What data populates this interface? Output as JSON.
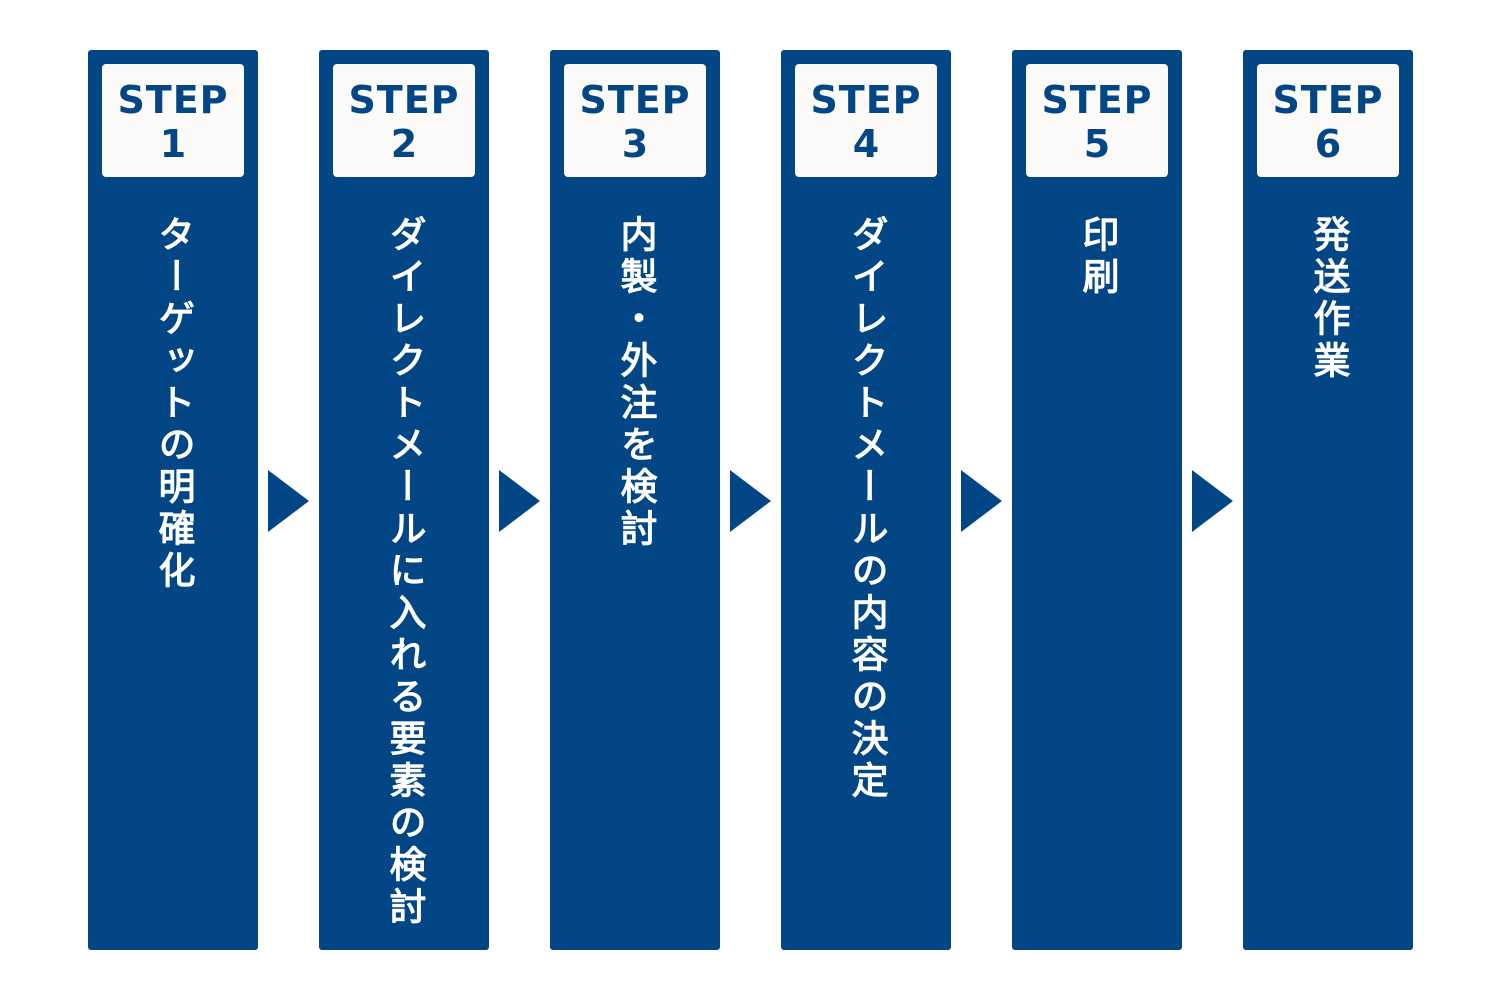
{
  "colors": {
    "step_background": "#034685",
    "label_box": "#fbfaf8",
    "title_text": "#ffffff",
    "arrow": "#034685"
  },
  "steps": [
    {
      "word": "STEP",
      "number": "1",
      "title": "ターゲットの明確化"
    },
    {
      "word": "STEP",
      "number": "2",
      "title": "ダイレクトメールに入れる要素の検討"
    },
    {
      "word": "STEP",
      "number": "3",
      "title": "内製・外注を検討"
    },
    {
      "word": "STEP",
      "number": "4",
      "title": "ダイレクトメールの内容の決定"
    },
    {
      "word": "STEP",
      "number": "5",
      "title": "印刷"
    },
    {
      "word": "STEP",
      "number": "6",
      "title": "発送作業"
    }
  ],
  "arrows": [
    {
      "icon": "triangle-right-icon"
    },
    {
      "icon": "triangle-right-icon"
    },
    {
      "icon": "triangle-right-icon"
    },
    {
      "icon": "triangle-right-icon"
    },
    {
      "icon": "triangle-right-icon"
    }
  ]
}
